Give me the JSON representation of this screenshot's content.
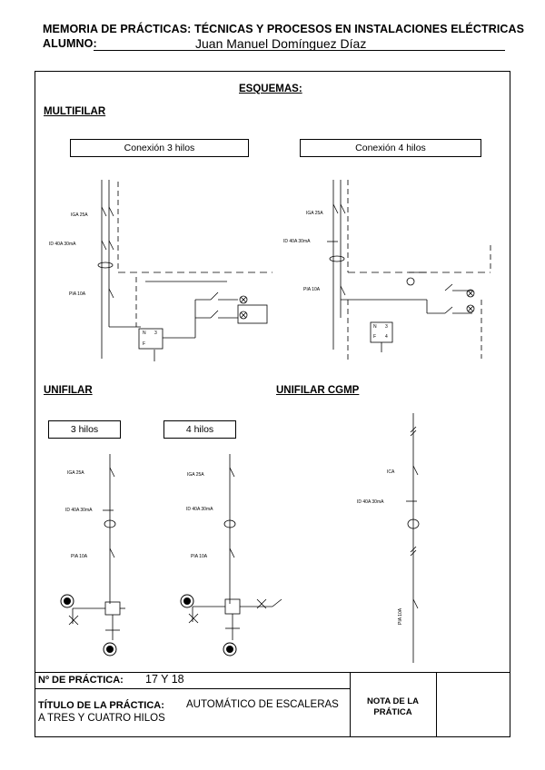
{
  "header": {
    "line1": "MEMORIA DE PRÁCTICAS: TÉCNICAS Y PROCESOS EN INSTALACIONES ELÉCTRICAS",
    "student_label": "ALUMNO:",
    "student_name": "Juan Manuel Domínguez Díaz"
  },
  "sections": {
    "esquemas": "ESQUEMAS:",
    "multifilar": "MULTIFILAR",
    "unifilar": "UNIFILAR",
    "unifilar_cgmp": "UNIFILAR CGMP"
  },
  "boxes": {
    "conexion3": "Conexión 3 hilos",
    "conexion4": "Conexión 4 hilos",
    "hilos3": "3 hilos",
    "hilos4": "4 hilos"
  },
  "diagram_labels": {
    "m3_ig": "IGA 25A",
    "m3_id": "ID 40A  30mA",
    "m3_pia": "PIA 10A",
    "m4_ig": "IGA 25A",
    "m4_id": "ID 40A  30mA",
    "m4_pia": "PIA 10A",
    "u3_ig": "IGA 25A",
    "u3_id": "ID 40A  30mA",
    "u3_pia": "PIA 10A",
    "u4_ig": "IGA 25A",
    "u4_id": "ID 40A  30mA",
    "u4_pia": "PIA 10A",
    "cg_ig": "ICA",
    "cg_id": "ID 40A  30mA",
    "cg_pia": "PIA 10A",
    "n": "N",
    "f": "F",
    "three": "3",
    "four": "4"
  },
  "footer": {
    "practice_label": "Nº DE PRÁCTICA:",
    "practice_value": "17 Y 18",
    "title_label": "TÍTULO DE LA PRÁCTICA:",
    "title_value_1": "AUTOMÁTICO DE ESCALERAS",
    "title_value_2": "A TRES Y CUATRO HILOS",
    "grade_label_1": "NOTA DE LA",
    "grade_label_2": "PRÁTICA"
  }
}
